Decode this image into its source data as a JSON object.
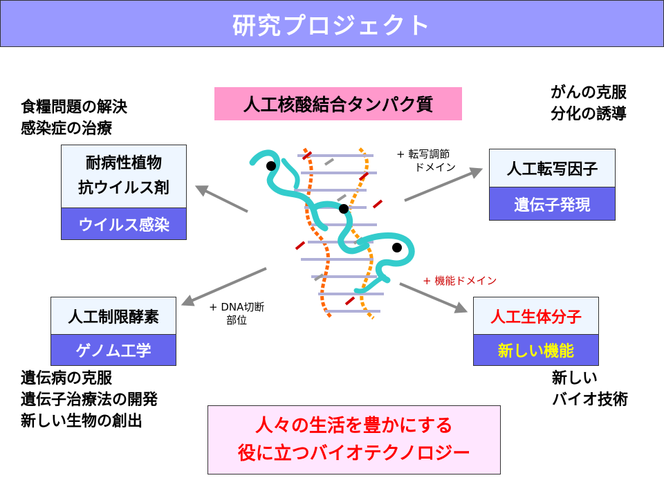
{
  "title": "研究プロジェクト",
  "center_label": "人工核酸結合タンパク質",
  "notes": {
    "top_left": [
      "食糧問題の解決",
      "感染症の治療"
    ],
    "top_right": [
      "がんの克服",
      "分化の誘導"
    ],
    "bottom_left": [
      "遺伝病の克服",
      "遺伝子治療法の開発",
      "新しい生物の創出"
    ],
    "bottom_right": [
      "新しい",
      "バイオ技術"
    ]
  },
  "boxes": {
    "top_left": {
      "top": [
        "耐病性植物",
        "抗ウイルス剤"
      ],
      "bottom": "ウイルス感染"
    },
    "top_right": {
      "top": [
        "人工転写因子"
      ],
      "bottom": "遺伝子発現"
    },
    "bottom_left": {
      "top": [
        "人工制限酵素"
      ],
      "bottom": "ゲノム工学"
    },
    "bottom_right": {
      "top": [
        "人工生体分子"
      ],
      "bottom": "新しい機能"
    }
  },
  "arrow_labels": {
    "transcription": [
      "+ 転写調節",
      "ドメイン"
    ],
    "dna_cleavage": [
      "+ DNA切断",
      "部位"
    ],
    "function": "+ 機能ドメイン"
  },
  "goal": [
    "人々の生活を豊かにする",
    "役に立つバイオテクノロジー"
  ],
  "colors": {
    "title_bar": "#9999ff",
    "center_label": "#ff99cc",
    "box_bottom": "#6666ee",
    "protein": "#33cccc",
    "goal_text": "#ff0000",
    "function_text": "#ffff00"
  }
}
